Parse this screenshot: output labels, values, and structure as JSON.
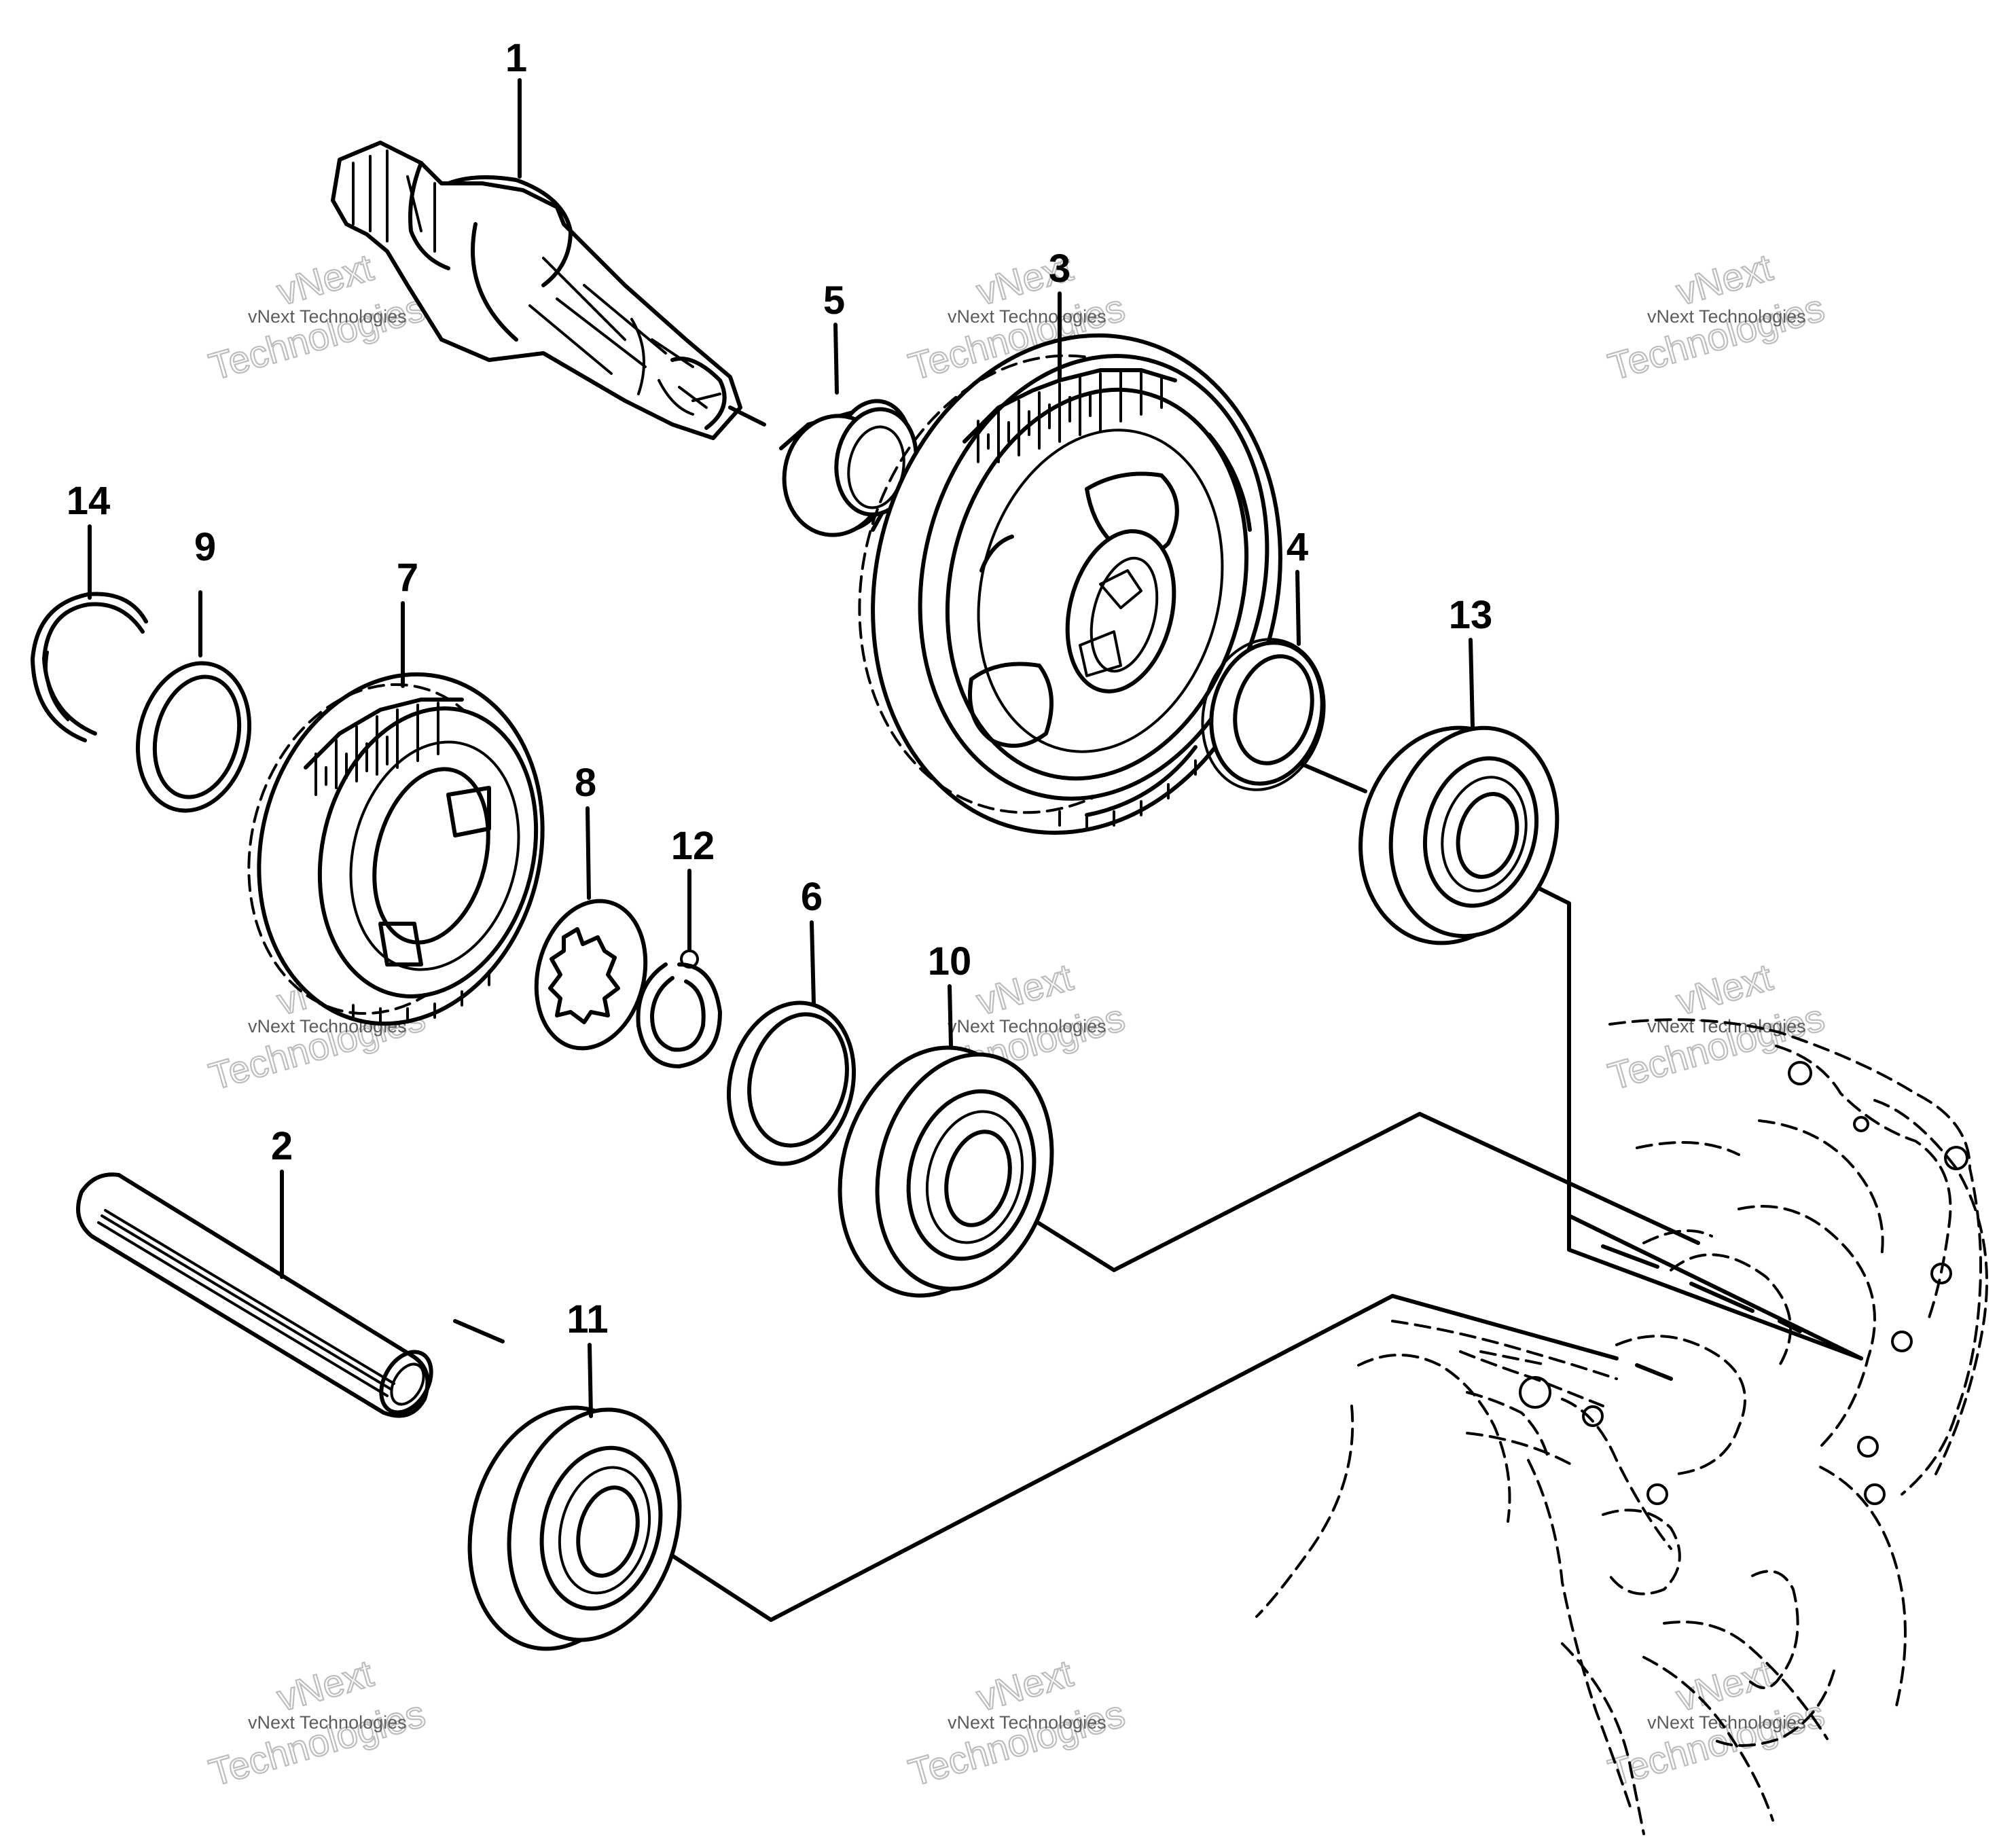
{
  "diagram": {
    "part_labels": {
      "p1": "1",
      "p2": "2",
      "p3": "3",
      "p4": "4",
      "p5": "5",
      "p6": "6",
      "p7": "7",
      "p8": "8",
      "p9": "9",
      "p10": "10",
      "p11": "11",
      "p12": "12",
      "p13": "13",
      "p14": "14"
    },
    "watermark": {
      "line_small": "vNext Technologies",
      "line_big_1": "vNext",
      "line_big_2": "Technologies"
    }
  }
}
